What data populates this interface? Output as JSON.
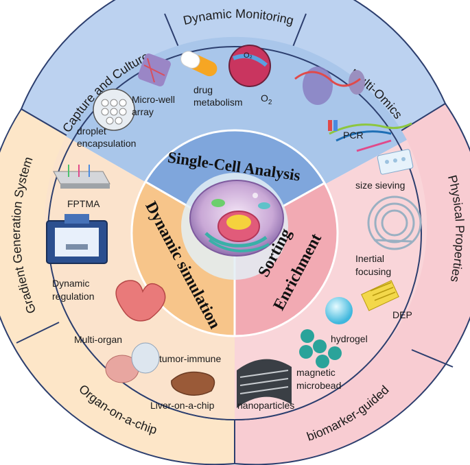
{
  "center": {
    "top_title": "Single-Cell Analysis",
    "left_title": "Dynamic simulation",
    "right_title_line1": "Sorting",
    "right_title_line2": "Enrichment"
  },
  "outer_ring": {
    "capture_culture": "Capture and Culture",
    "dynamic_monitoring": "Dynamic Monitoring",
    "multi_omics": "Multi-Omics",
    "gradient_generation": "Gradient Generation System",
    "organ_on_chip": "Organ-on-a-chip",
    "biomarker_guided": "biomarker-guided",
    "physical_properties": "Physical Properties"
  },
  "top_items": {
    "micro_well_line1": "Micro-well",
    "micro_well_line2": "array",
    "droplet_line1": "droplet",
    "droplet_line2": "encapsulation",
    "drug_line1": "drug",
    "drug_line2": "metabolism",
    "o2": "O",
    "o2_sub": "2",
    "o2_bubble": "O₂",
    "pcr": "PCR"
  },
  "left_items": {
    "fptma": "FPTMA",
    "dynamic_reg_line1": "Dynamic",
    "dynamic_reg_line2": "regulation",
    "multi_organ": "Multi-organ",
    "tumor_immune": "tumor-immune",
    "liver": "Liver-on-a-chip"
  },
  "right_items": {
    "size_sieving": "size sieving",
    "inertial_line1": "Inertial",
    "inertial_line2": "focusing",
    "dep": "DEP",
    "hydrogel": "hydrogel",
    "magnetic_line1": "magnetic",
    "magnetic_line2": "microbead",
    "nanoparticles": "nanoparticles"
  },
  "colors": {
    "blue_sector": "#a9c6ea",
    "blue_inner": "#7fa6dc",
    "blue_ring": "#bcd2f0",
    "orange_sector": "#fbe3cc",
    "orange_inner": "#f7c58a",
    "orange_ring": "#fde6c8",
    "pink_sector": "#f9d5d9",
    "pink_inner": "#f2aab3",
    "pink_ring": "#f8ccd2",
    "outline": "#2c3e6e"
  }
}
